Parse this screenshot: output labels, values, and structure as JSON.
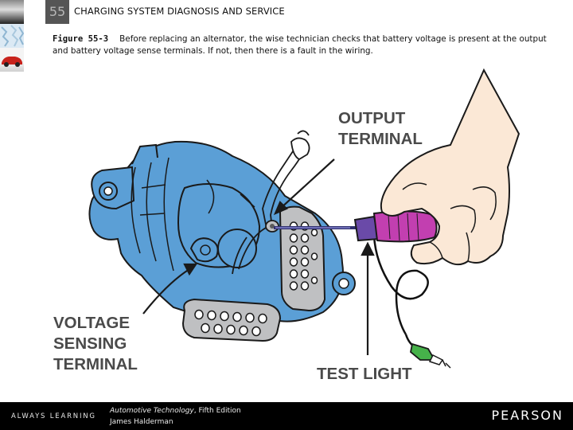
{
  "header": {
    "chapter_number": "55",
    "title": "CHARGING SYSTEM DIAGNOSIS AND SERVICE"
  },
  "caption": {
    "figure_number": "Figure 55-3",
    "text": "Before replacing an alternator, the wise technician checks that battery voltage is present at the output and battery voltage sense terminals. If not, then there is a fault in the wiring."
  },
  "illustration": {
    "labels": {
      "output_line1": "OUTPUT",
      "output_line2": "TERMINAL",
      "voltage_line1": "VOLTAGE",
      "voltage_line2": "SENSING",
      "voltage_line3": "TERMINAL",
      "test_light": "TEST LIGHT"
    },
    "colors": {
      "alternator": "#5b9fd6",
      "outline": "#1a1a1a",
      "hand": "#fbe8d6",
      "probe": "#c23fb0",
      "lead_tip": "#46b24a",
      "label_text": "#4a4a4a"
    }
  },
  "footer": {
    "tagline": "ALWAYS LEARNING",
    "book_title": "Automotive Technology",
    "edition": ", Fifth Edition",
    "author": "James Halderman",
    "publisher": "PEARSON"
  }
}
